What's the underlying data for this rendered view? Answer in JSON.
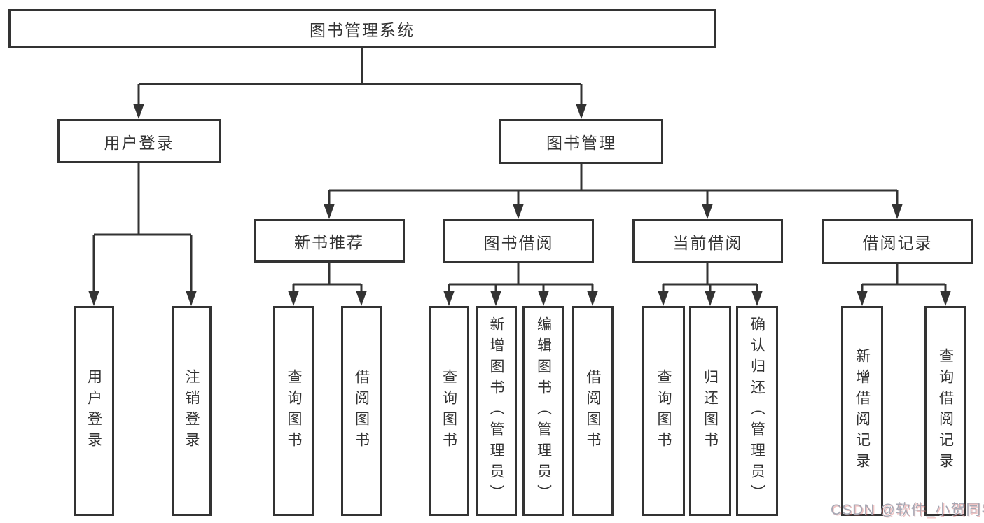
{
  "diagram": {
    "root": {
      "label": "图书管理系统"
    },
    "level1": {
      "user_login": {
        "label": "用户登录"
      },
      "book_mgmt": {
        "label": "图书管理"
      }
    },
    "level2": {
      "new_book": {
        "label": "新书推荐"
      },
      "book_borrow": {
        "label": "图书借阅"
      },
      "current_borrow": {
        "label": "当前借阅"
      },
      "borrow_record": {
        "label": "借阅记录"
      }
    },
    "leaves": {
      "user_login": [
        "用户登录",
        "注销登录"
      ],
      "new_book": [
        "查询图书",
        "借阅图书"
      ],
      "book_borrow": [
        "查询图书",
        "新增图书（管理员）",
        "编辑图书（管理员）",
        "借阅图书"
      ],
      "current_borrow": [
        "查询图书",
        "归还图书",
        "确认归还（管理员）"
      ],
      "borrow_record": [
        "新增借阅记录",
        "查询借阅记录"
      ]
    },
    "line_color": "#333333",
    "text_color": "#333333"
  },
  "watermark": {
    "text": "CSDN @软件_小贺同学"
  }
}
